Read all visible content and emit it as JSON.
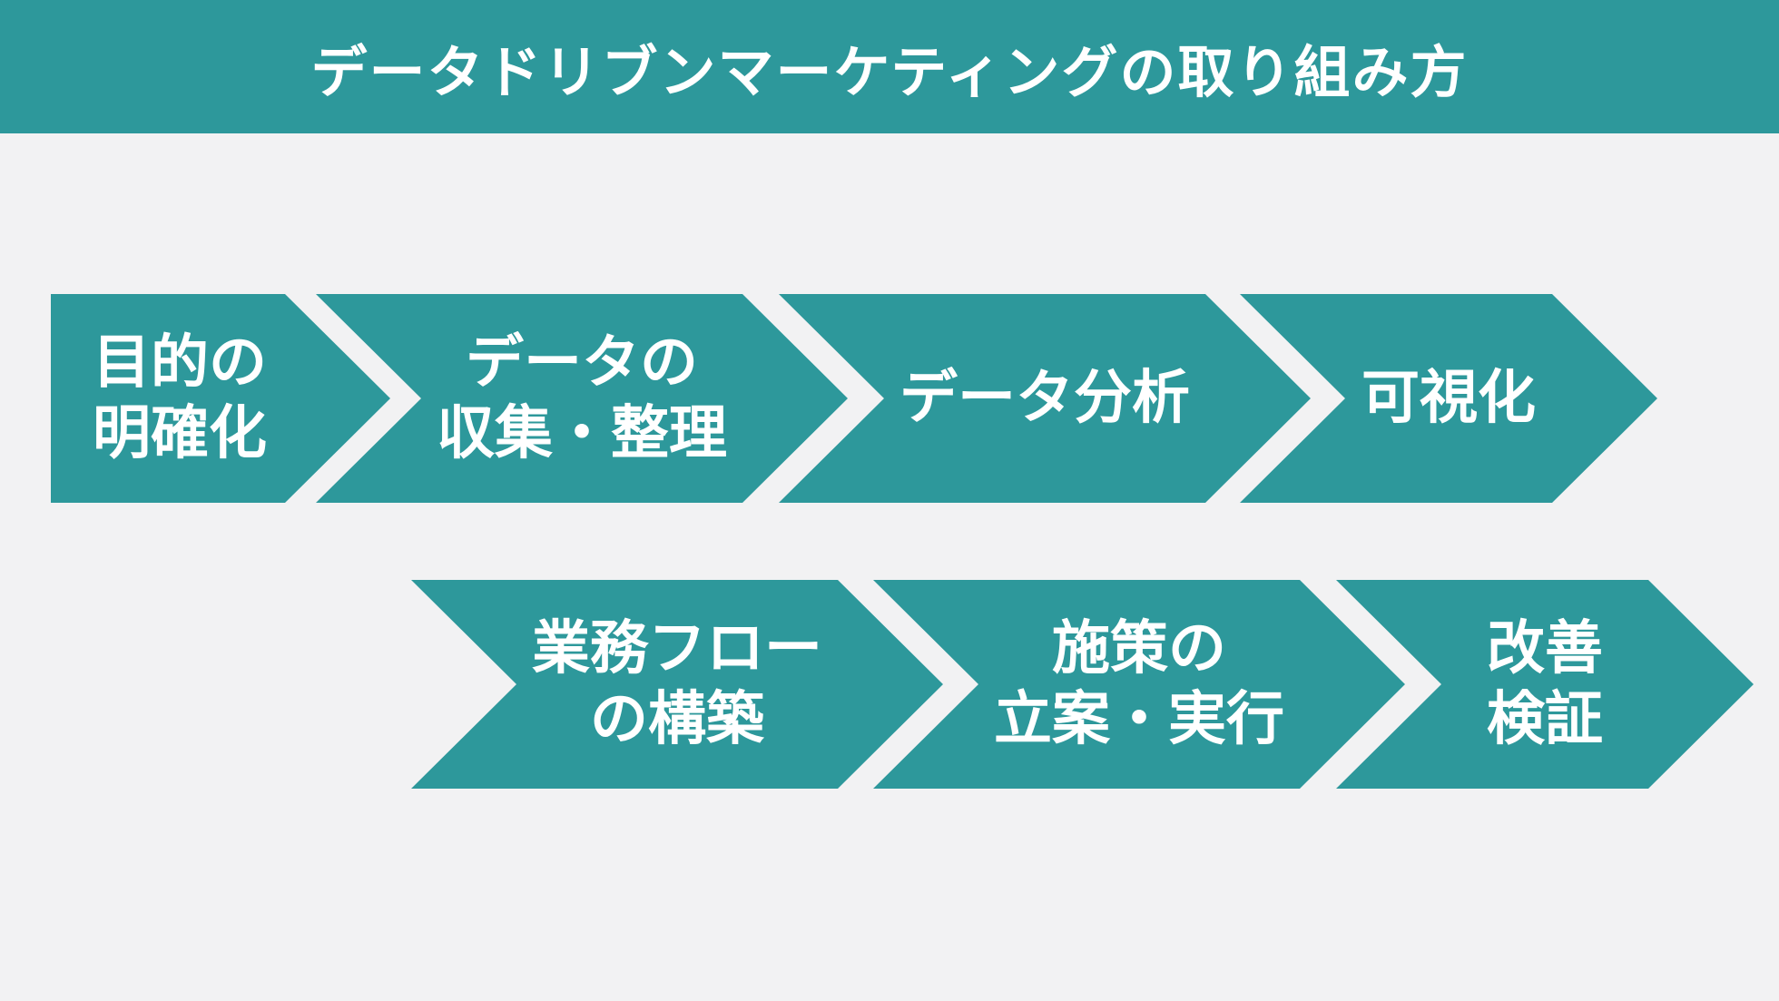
{
  "header": {
    "title": "データドリブンマーケティングの取り組み方"
  },
  "colors": {
    "accent": "#2d989b",
    "background": "#f2f2f3",
    "text": "#ffffff"
  },
  "flow": {
    "row1": [
      {
        "label": "目的の\n明確化"
      },
      {
        "label": "データの\n収集・整理"
      },
      {
        "label": "データ分析"
      },
      {
        "label": "可視化"
      }
    ],
    "row2": [
      {
        "label": "業務フロー\nの構築"
      },
      {
        "label": "施策の\n立案・実行"
      },
      {
        "label": "改善\n検証"
      }
    ]
  }
}
